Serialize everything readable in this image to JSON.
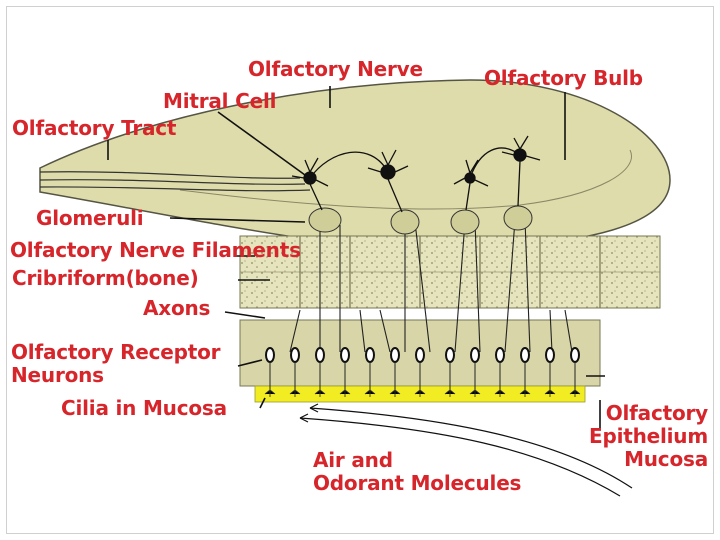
{
  "labels": {
    "olfactory_nerve": "Olfactory Nerve",
    "olfactory_bulb": "Olfactory Bulb",
    "mitral_cell": "Mitral Cell",
    "olfactory_tract": "Olfactory Tract",
    "glomeruli": "Glomeruli",
    "nerve_filaments": "Olfactory Nerve Filaments",
    "cribriform": "Cribriform(bone)",
    "axons": "Axons",
    "receptor_neurons_1": "Olfactory Receptor",
    "receptor_neurons_2": "Neurons",
    "cilia": "Cilia in Mucosa",
    "epithelium_1": "Olfactory",
    "epithelium_2": "Epithelium",
    "epithelium_3": "Mucosa",
    "air_1": "Air and",
    "air_2": "Odorant Molecules"
  },
  "colors": {
    "label_red": "#d6262b",
    "bulb_fill": "#dedcab",
    "bone_fill": "#e6e4bc",
    "mucosa_yellow": "#f2ec22",
    "line_dark": "#1a1a1a"
  }
}
